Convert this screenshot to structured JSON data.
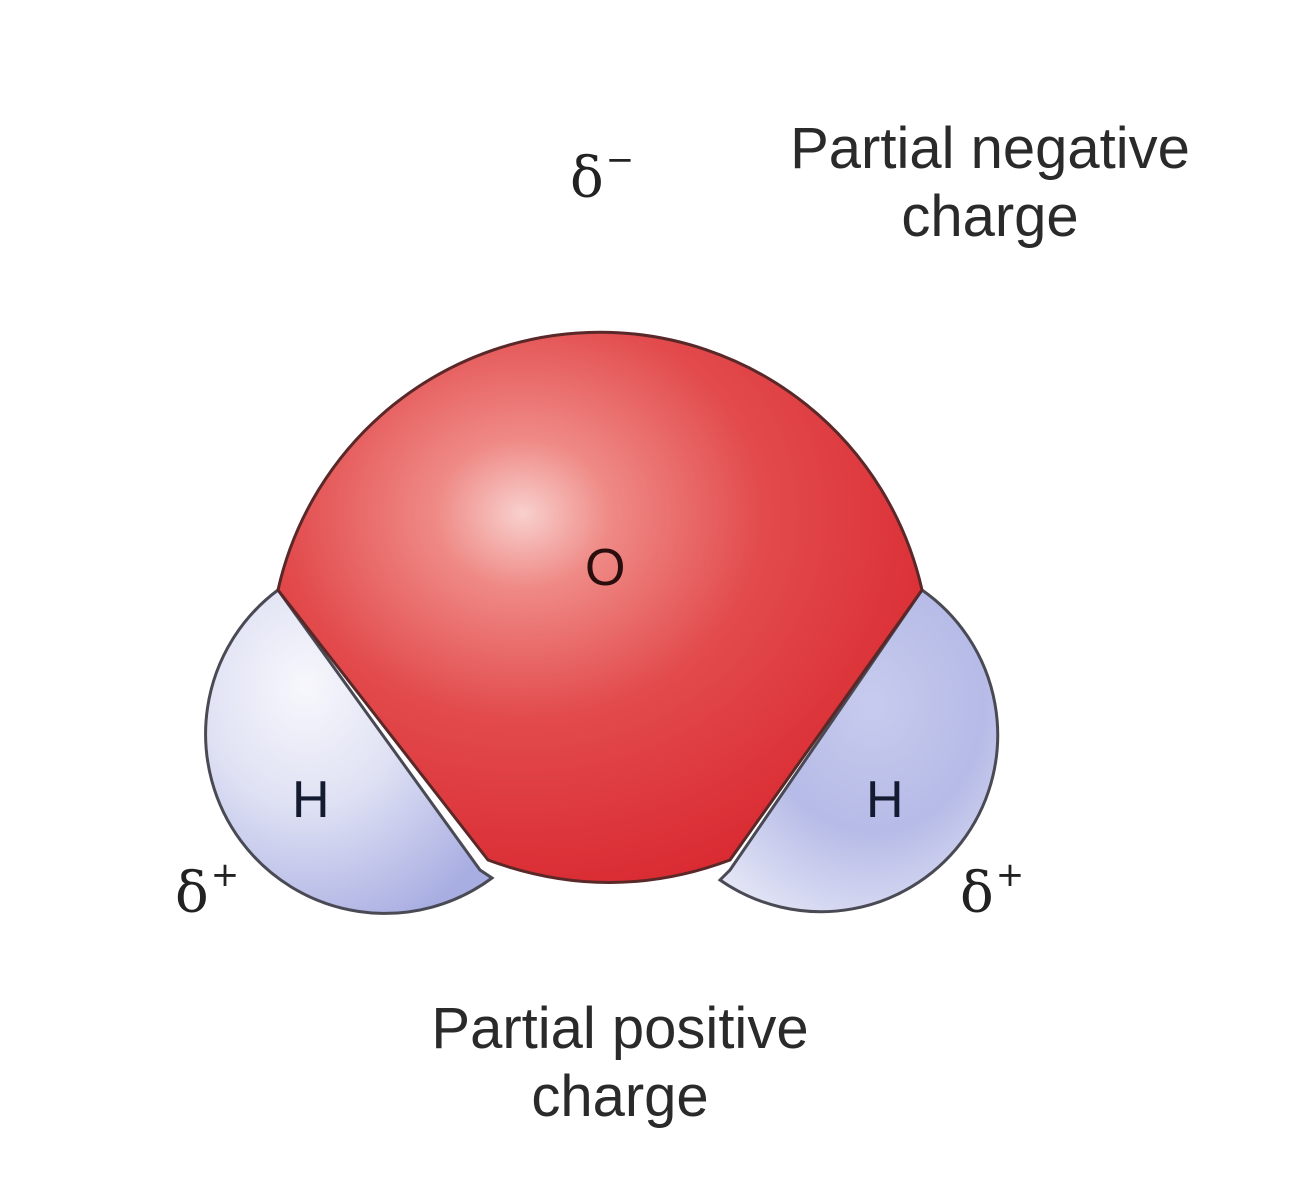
{
  "diagram": {
    "subject": "Water molecule polarity",
    "labels": {
      "partial_negative": "Partial negative\ncharge",
      "partial_positive": "Partial positive\ncharge"
    },
    "atoms": {
      "oxygen": "O",
      "hydrogen_left": "H",
      "hydrogen_right": "H"
    },
    "charges": {
      "oxygen_symbol": "δ",
      "oxygen_sign": "−",
      "hydrogen_left_symbol": "δ",
      "hydrogen_left_sign": "+",
      "hydrogen_right_symbol": "δ",
      "hydrogen_right_sign": "+"
    },
    "colors": {
      "oxygen": "#e03a3e",
      "oxygen_highlight": "#f7c4c2",
      "hydrogen": "#b9bde8",
      "hydrogen_highlight": "#f2f3fb",
      "outline": "#4a3a3a"
    }
  }
}
